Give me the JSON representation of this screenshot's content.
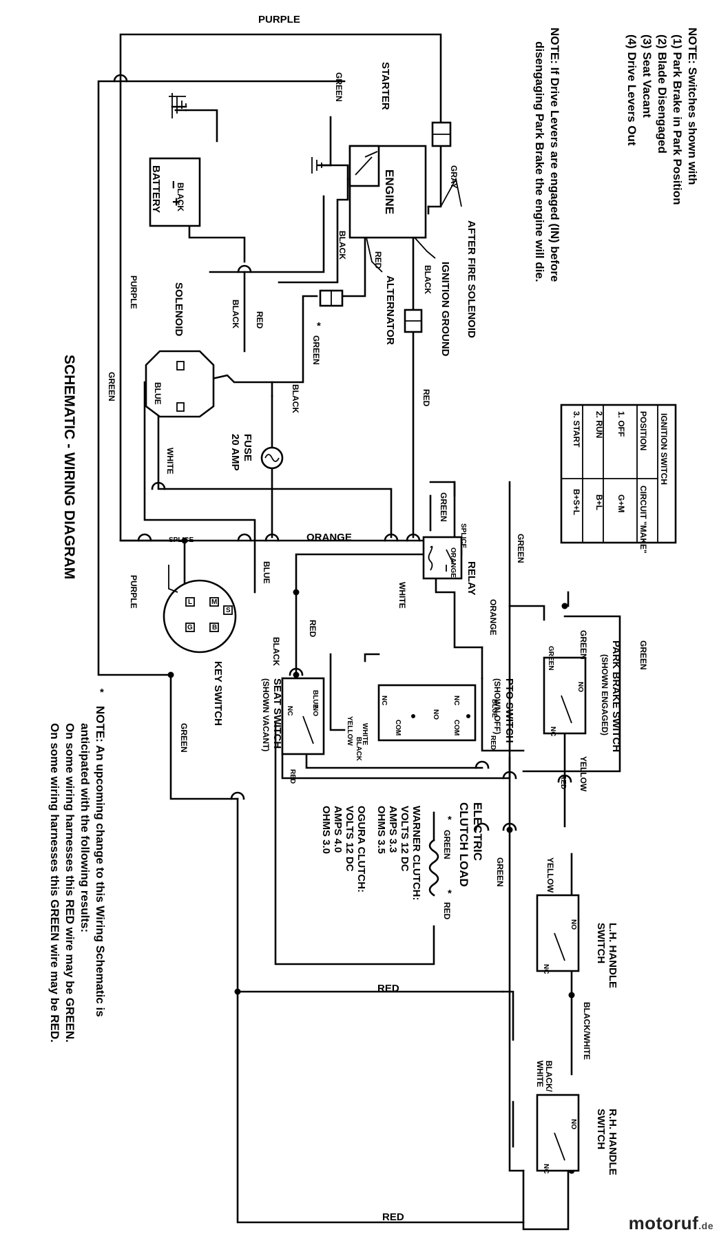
{
  "diagram": {
    "title": "SCHEMATIC - WIRING DIAGRAM",
    "notes": {
      "switch_note_title": "NOTE: Switches shown with",
      "switch_note_items": [
        "(1) Park Brake in Park Position",
        "(2) Blade Disengaged",
        "(3) Seat Vacant",
        "(4) Drive Levers Out"
      ],
      "drive_note_line1": "NOTE: If Drive Levers are engaged (IN) before",
      "drive_note_line2": "disengaging Park Brake the engine will die.",
      "upcoming_note": [
        "NOTE: An upcoming change to this Wiring Schematic is",
        "anticipated with the following results:",
        "On some wiring harnesses this RED wire may be GREEN.",
        "On some wiring harnesses this GREEN wire may be RED."
      ],
      "asterisk": "*"
    },
    "ignition_table": {
      "title": "IGNITION SWITCH",
      "headers": [
        "POSITION",
        "CIRCUIT \"MAKE\""
      ],
      "rows": [
        [
          "1. OFF",
          "G+M"
        ],
        [
          "2. RUN",
          "B+L"
        ],
        [
          "3. START",
          "B+S+L"
        ]
      ]
    },
    "components": {
      "battery": "BATTERY",
      "battery_minus": "−",
      "battery_plus": "+",
      "engine": "ENGINE",
      "starter": "STARTER",
      "solenoid": "SOLENOID",
      "fuse_line1": "FUSE",
      "fuse_line2": "20 AMP",
      "after_fire": "AFTER FIRE SOLENOID",
      "ignition_ground": "IGNITION GROUND",
      "alternator": "ALTERNATOR",
      "relay": "RELAY",
      "key_switch": "KEY SWITCH",
      "seat_switch": "SEAT SWITCH",
      "seat_switch_sub": "(SHOWN VACANT)",
      "pto_switch": "PTO SWITCH",
      "pto_switch_sub": "(SHOWN OFF)",
      "park_brake_switch": "PARK BRAKE SWITCH",
      "park_brake_sub": "(SHOWN ENGAGED)",
      "lh_handle_line1": "L.H. HANDLE",
      "lh_handle_line2": "SWITCH",
      "rh_handle_line1": "R.H. HANDLE",
      "rh_handle_line2": "SWITCH",
      "clutch_line1": "ELECTRIC",
      "clutch_line2": "CLUTCH LOAD",
      "splice": "SPLICE",
      "no": "NO",
      "nc": "NC",
      "com": "COM",
      "key_terminals": [
        "S",
        "M",
        "B",
        "L",
        "G"
      ]
    },
    "clutch_specs": {
      "warner": [
        "WARNER CLUTCH:",
        "VOLTS 12 DC",
        "AMPS 3.3",
        "OHMS 3.5"
      ],
      "ogura": [
        "OGURA CLUTCH:",
        "VOLTS 12 DC",
        "AMPS 4.0",
        "OHMS 3.0"
      ]
    },
    "wires": {
      "purple": "PURPLE",
      "green": "GREEN",
      "black": "BLACK",
      "red": "RED",
      "gray": "GRAY",
      "orange": "ORANGE",
      "white": "WHITE",
      "blue": "BLUE",
      "yellow": "YELLOW",
      "black_white": "BLACK/WHITE",
      "black_white_split1": "BLACK/",
      "black_white_split2": "WHITE",
      "green_star": "GREEN",
      "red_star": "RED"
    },
    "watermark": {
      "name": "motoruf",
      "tld": ".de"
    }
  }
}
